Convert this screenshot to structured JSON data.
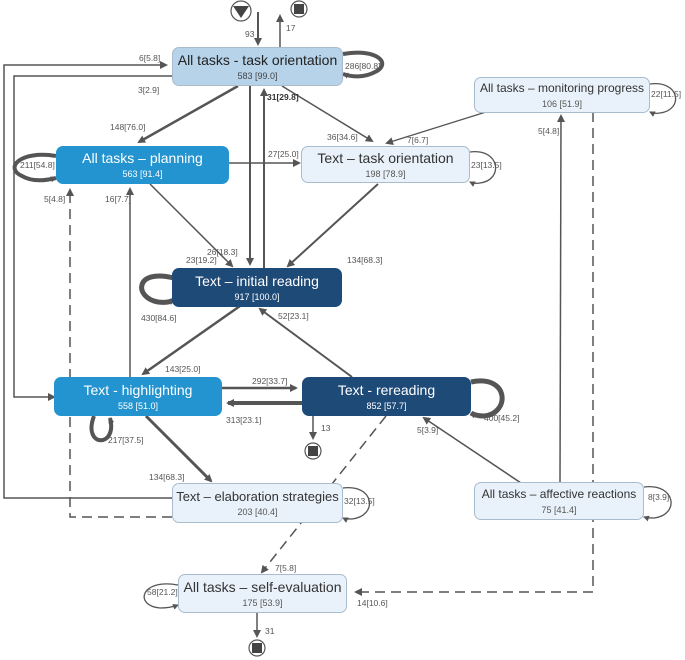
{
  "nodes": {
    "task_orientation": {
      "title": "All tasks - task orientation",
      "stats": "583 [99.0]"
    },
    "monitoring": {
      "title": "All tasks – monitoring progress",
      "stats": "106 [51.9]"
    },
    "planning": {
      "title": "All tasks – planning",
      "stats": "563 [91.4]"
    },
    "text_orientation": {
      "title": "Text – task orientation",
      "stats": "198 [78.9]"
    },
    "initial_reading": {
      "title": "Text – initial reading",
      "stats": "917 [100.0]"
    },
    "highlighting": {
      "title": "Text - highlighting",
      "stats": "558 [51.0]"
    },
    "rereading": {
      "title": "Text - rereading",
      "stats": "852 [57.7]"
    },
    "elaboration": {
      "title": "Text – elaboration strategies",
      "stats": "203 [40.4]"
    },
    "affective": {
      "title": "All tasks – affective reactions",
      "stats": "75 [41.4]"
    },
    "self_evaluation": {
      "title": "All tasks – self-evaluation",
      "stats": "175 [53.9]"
    }
  },
  "edge_labels": {
    "start_in": "93",
    "end_top": "17",
    "to_self": "286[80.8]",
    "left_in": "6[5.8]",
    "left_out": "3[2.9]",
    "to_plan": "148[76.0]",
    "down_bold": "31[29.8]",
    "to_textori": "36[34.6]",
    "mon_to_textori": "7[6.7]",
    "mon_self": "22[11.5]",
    "aff_to_mon": "5[4.8]",
    "plan_self": "211[54.8]",
    "plan_to_textori": "27[25.0]",
    "textori_self": "23[13.5]",
    "dash_to_plan": "5[4.8]",
    "hl_to_plan": "16[7.7]",
    "reading_in": "26[18.3]",
    "plan_to_read": "23[19.2]",
    "textori_to_read": "134[68.3]",
    "read_self": "430[84.6]",
    "rer_to_read": "52[23.1]",
    "read_to_hl": "143[25.0]",
    "hl_to_rer": "292[33.7]",
    "rer_to_hl": "313[23.1]",
    "rer_self": "400[45.2]",
    "rer_end": "13",
    "aff_to_rer": "5[3.9]",
    "hl_self": "217[37.5]",
    "hl_to_elab": "134[68.3]",
    "elab_self": "32[13.5]",
    "aff_self": "8[3.9]",
    "to_selfeval": "7[5.8]",
    "selfeval_self": "58[21.2]",
    "aff_to_selfeval": "14[10.6]",
    "selfeval_end": "31"
  }
}
